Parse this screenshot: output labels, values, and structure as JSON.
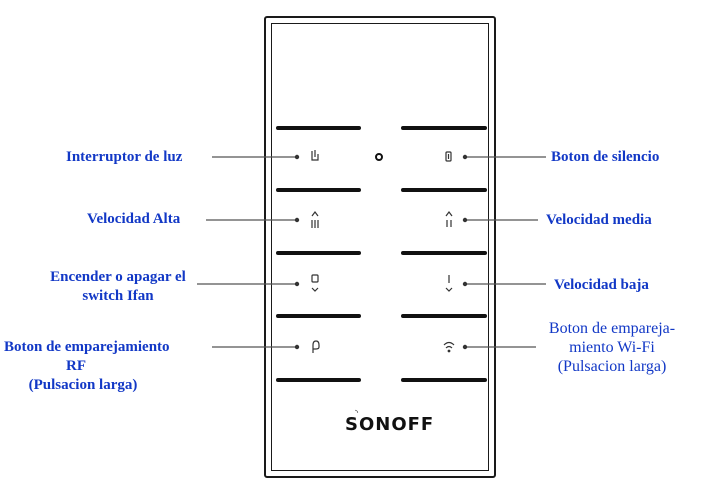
{
  "labels": {
    "light_switch": "Interruptor de luz",
    "mute_button": "Boton de silencio",
    "speed_high": "Velocidad Alta",
    "speed_medium": "Velocidad media",
    "ifan_line1": "Encender o apagar el",
    "ifan_line2": "switch Ifan",
    "speed_low": "Velocidad baja",
    "rf_line1": "Boton de emparejamiento",
    "rf_line2": "RF",
    "rf_line3": "(Pulsacion larga)",
    "wifi_line1": "Boton de empareja-",
    "wifi_line2": "miento Wi-Fi",
    "wifi_line3": "(Pulsacion larga)"
  },
  "brand": "SONOFF",
  "colors": {
    "label": "#1238c6",
    "line": "#333333",
    "device": "#1a1a1a"
  }
}
